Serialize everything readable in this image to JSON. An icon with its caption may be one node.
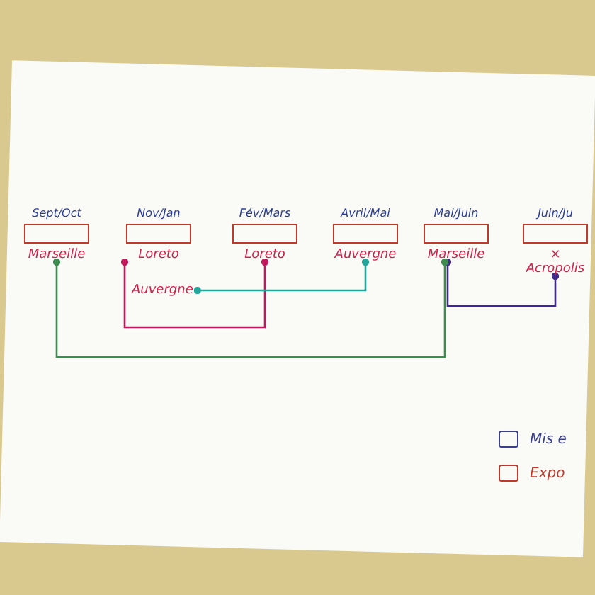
{
  "diagram": {
    "nodes": [
      {
        "text": [
          "Sept/Oct",
          "Marseille"
        ]
      },
      {
        "text": [
          "Nov/Jan",
          "Loreto"
        ]
      },
      {
        "text": [
          "Fév/Mars",
          "Loreto"
        ]
      },
      {
        "text": [
          "Avril/Mai",
          "Auvergne"
        ]
      },
      {
        "text": [
          "Mai/Juin",
          "Marseille"
        ]
      },
      {
        "text": [
          "Juin/Ju",
          "×",
          "Acropolis"
        ]
      },
      {
        "text": [
          "Auvergne"
        ]
      }
    ],
    "edges": [
      {
        "from": 1,
        "to": 2,
        "arrow": "other",
        "color": "#c2185b"
      },
      {
        "from": 6,
        "to": 3,
        "arrow": "other",
        "color": "#26a69a"
      },
      {
        "from": 4,
        "to": 5,
        "arrow": "other",
        "color": "#3f2a8c"
      },
      {
        "from": 0,
        "to": 4,
        "arrow": "other",
        "color": "#3d8b4f"
      }
    ],
    "legend": [
      {
        "text": "Mis e"
      },
      {
        "text": "Expo"
      }
    ]
  }
}
